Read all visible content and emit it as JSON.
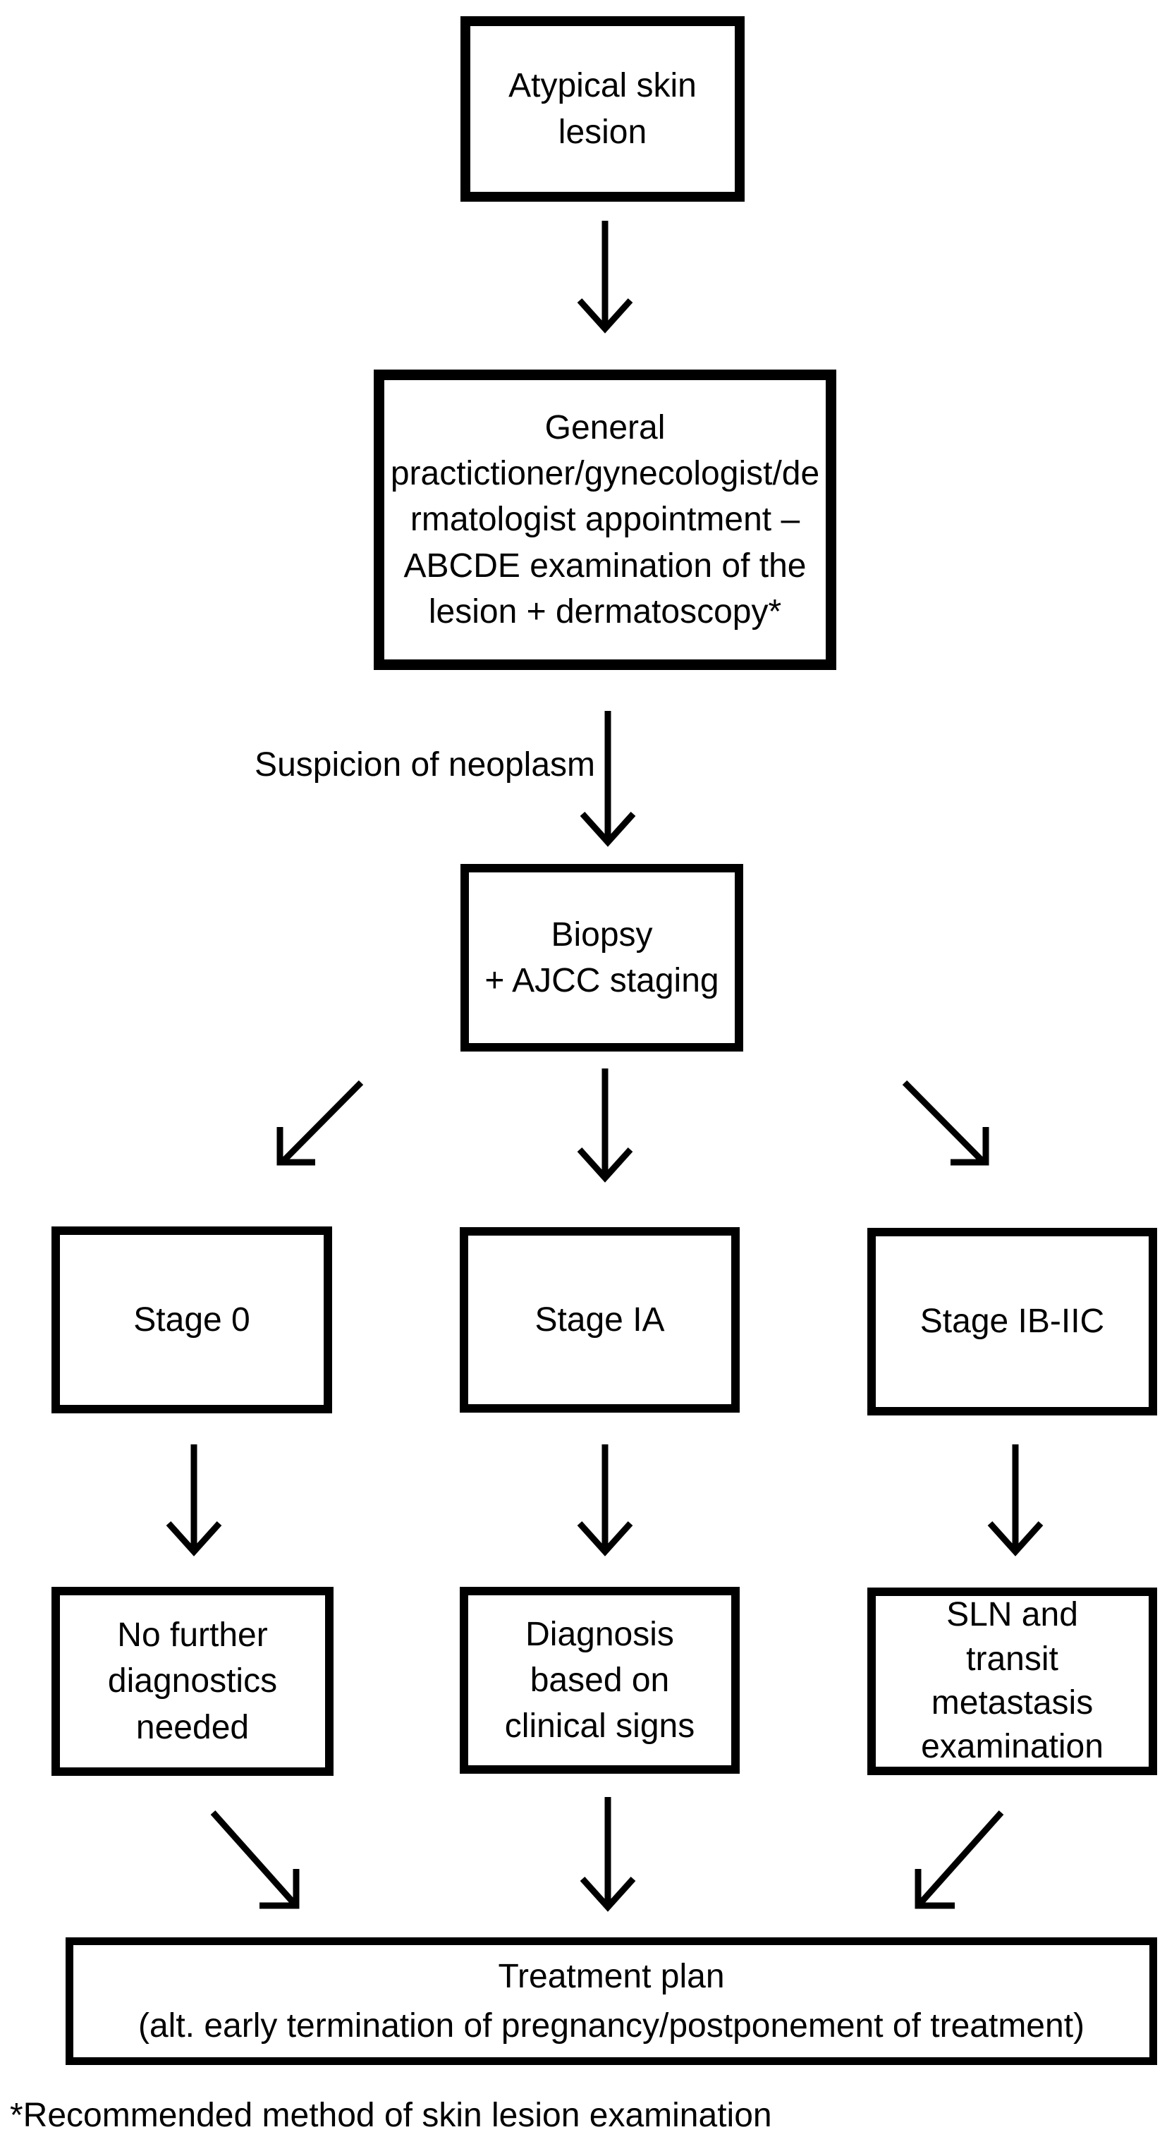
{
  "diagram": {
    "title_implicit": "Atypical skin lesion diagnostic flowchart",
    "nodes": {
      "atypical": "Atypical skin\nlesion",
      "general": "General\npractictioner/gynecologist/de\nrmatologist appointment –\nABCDE examination of the\nlesion + dermatoscopy*",
      "biopsy": "Biopsy\n+ AJCC staging",
      "stage0": "Stage 0",
      "stageIA": "Stage IA",
      "stageIBIIC": "Stage IB-IIC",
      "noFurther": "No further\ndiagnostics\nneeded",
      "diagnosisClinical": "Diagnosis\nbased on\nclinical signs",
      "sln": "SLN and\ntransit\nmetastasis\nexamination",
      "treatment": "Treatment plan\n(alt. early termination of pregnancy/postponement of treatment)"
    },
    "edge_label": "Suspicion of neoplasm",
    "footnote": "*Recommended method of skin lesion examination",
    "colors": {
      "ink": "#000000",
      "background": "#ffffff",
      "box_fill": "#ffffff"
    }
  }
}
